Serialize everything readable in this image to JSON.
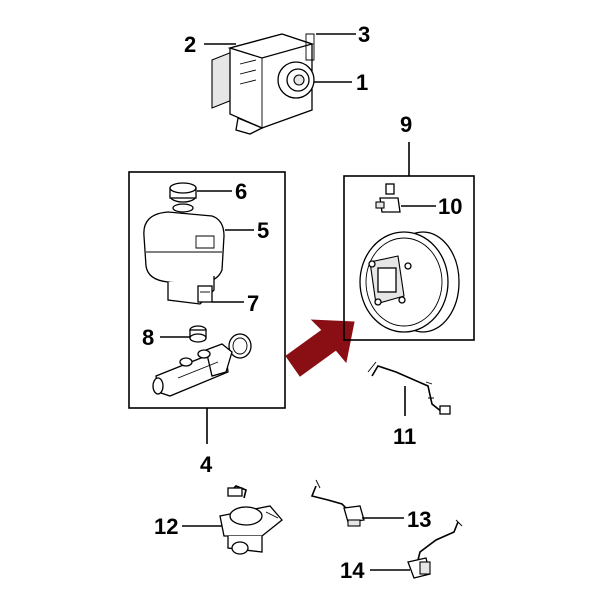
{
  "callouts": {
    "c1": "1",
    "c2": "2",
    "c3": "3",
    "c4": "4",
    "c5": "5",
    "c6": "6",
    "c7": "7",
    "c8": "8",
    "c9": "9",
    "c10": "10",
    "c11": "11",
    "c12": "12",
    "c13": "13",
    "c14": "14"
  },
  "colors": {
    "arrow": "#8a0f14",
    "line": "#000000",
    "shade": "#e6e6e6"
  },
  "icons": {
    "pointer": "pointer-arrow-icon"
  }
}
